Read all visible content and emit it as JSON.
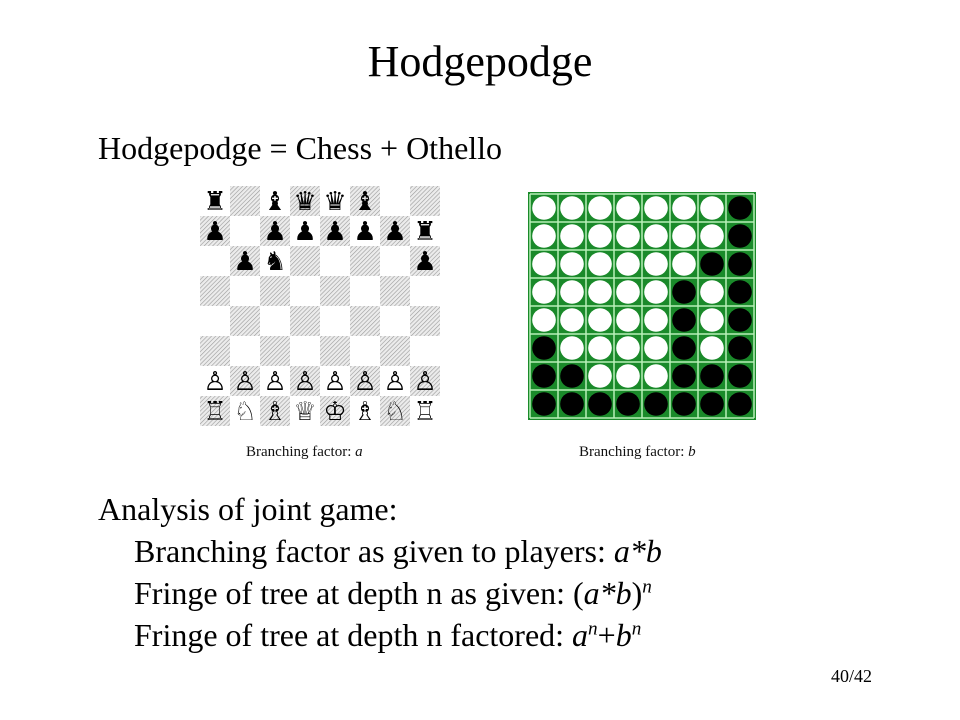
{
  "slide": {
    "title": "Hodgepodge",
    "subtitle": "Hodgepodge = Chess + Othello",
    "chess_caption_prefix": "Branching factor: ",
    "chess_caption_var": "a",
    "othello_caption_prefix": "Branching factor: ",
    "othello_caption_var": "b",
    "analysis": {
      "heading": "Analysis of joint game:",
      "line1_text": "Branching factor as given to players: ",
      "line1_math": "a*b",
      "line2_text": "Fringe of tree at depth n as given: (",
      "line2_math": "a*b",
      "line2_close": ")",
      "line2_exp": "n",
      "line3_text": "Fringe of tree at depth n factored: ",
      "line3_a": "a",
      "line3_exp1": "n",
      "line3_plus": "+",
      "line3_b": "b",
      "line3_exp2": "n"
    },
    "slide_number": "40/42"
  },
  "chess": {
    "light_square": "#ffffff",
    "dark_square": "#c8c8c8",
    "pieces": [
      {
        "rank": 0,
        "file": 0,
        "glyph": "♜"
      },
      {
        "rank": 0,
        "file": 2,
        "glyph": "♝"
      },
      {
        "rank": 0,
        "file": 3,
        "glyph": "♛"
      },
      {
        "rank": 0,
        "file": 4,
        "glyph": "♛"
      },
      {
        "rank": 0,
        "file": 5,
        "glyph": "♝"
      },
      {
        "rank": 1,
        "file": 0,
        "glyph": "♟"
      },
      {
        "rank": 1,
        "file": 2,
        "glyph": "♟"
      },
      {
        "rank": 1,
        "file": 3,
        "glyph": "♟"
      },
      {
        "rank": 1,
        "file": 4,
        "glyph": "♟"
      },
      {
        "rank": 1,
        "file": 5,
        "glyph": "♟"
      },
      {
        "rank": 1,
        "file": 6,
        "glyph": "♟"
      },
      {
        "rank": 1,
        "file": 7,
        "glyph": "♜"
      },
      {
        "rank": 2,
        "file": 1,
        "glyph": "♟"
      },
      {
        "rank": 2,
        "file": 2,
        "glyph": "♞"
      },
      {
        "rank": 2,
        "file": 7,
        "glyph": "♟"
      },
      {
        "rank": 6,
        "file": 0,
        "glyph": "♙"
      },
      {
        "rank": 6,
        "file": 1,
        "glyph": "♙"
      },
      {
        "rank": 6,
        "file": 2,
        "glyph": "♙"
      },
      {
        "rank": 6,
        "file": 3,
        "glyph": "♙"
      },
      {
        "rank": 6,
        "file": 4,
        "glyph": "♙"
      },
      {
        "rank": 6,
        "file": 5,
        "glyph": "♙"
      },
      {
        "rank": 6,
        "file": 6,
        "glyph": "♙"
      },
      {
        "rank": 6,
        "file": 7,
        "glyph": "♙"
      },
      {
        "rank": 7,
        "file": 0,
        "glyph": "♖"
      },
      {
        "rank": 7,
        "file": 1,
        "glyph": "♘"
      },
      {
        "rank": 7,
        "file": 2,
        "glyph": "♗"
      },
      {
        "rank": 7,
        "file": 3,
        "glyph": "♕"
      },
      {
        "rank": 7,
        "file": 4,
        "glyph": "♔"
      },
      {
        "rank": 7,
        "file": 5,
        "glyph": "♗"
      },
      {
        "rank": 7,
        "file": 6,
        "glyph": "♘"
      },
      {
        "rank": 7,
        "file": 7,
        "glyph": "♖"
      }
    ]
  },
  "othello": {
    "board_color": "#1a8a2a",
    "grid_color": "#b8f0b8",
    "white_disc": "#ffffff",
    "black_disc": "#000000",
    "rows": [
      "WWWWWWWB",
      "WWWWWWWB",
      "WWWWWWBB",
      "WWWWWBWB",
      "WWWWWBWB",
      "BWWWWBWB",
      "BBWWWBBB",
      "BBBBBBBB"
    ]
  }
}
